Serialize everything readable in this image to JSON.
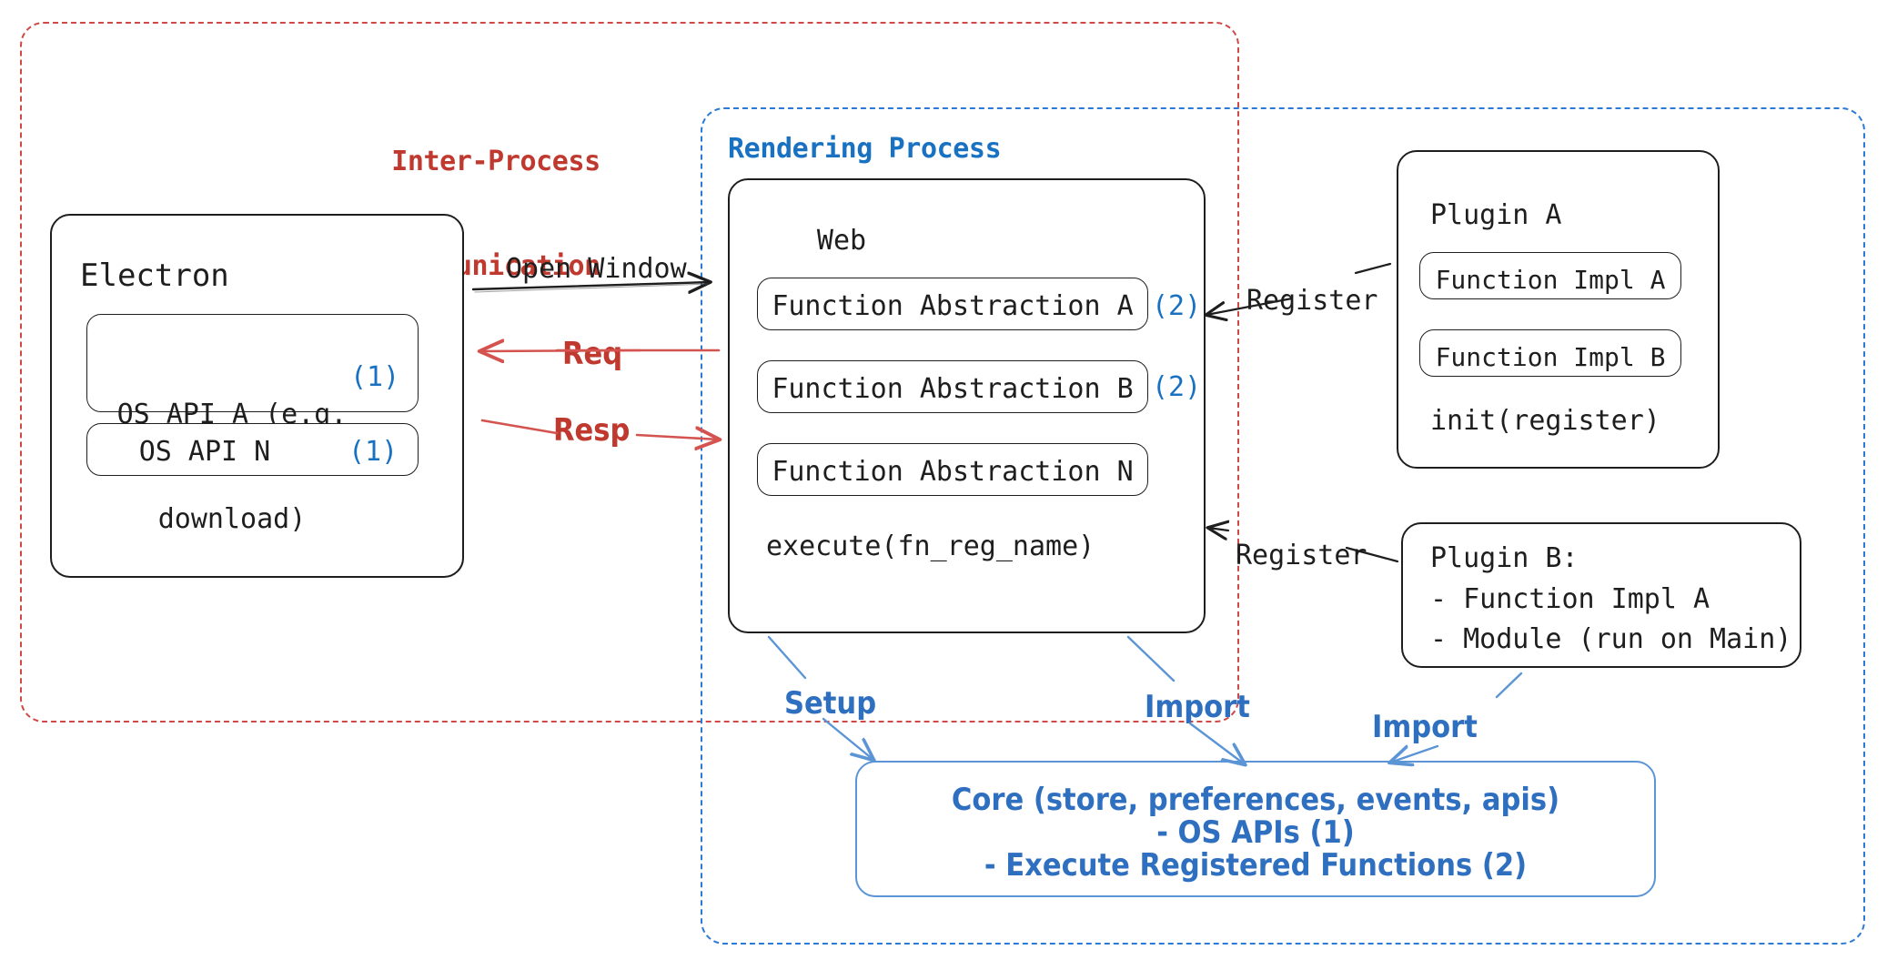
{
  "diagram": {
    "title_semantic": "Electron plugin architecture overview",
    "colors": {
      "ipc_red": "#cf4a47",
      "render_blue": "#2d7ad6",
      "marker_blue": "#1971c2",
      "core_blue": "#2f6fc0",
      "ink": "#1e1e1e"
    }
  },
  "ipc_container": {
    "label": "Inter-Process\nCommunication",
    "line1": "Inter-Process",
    "line2": "Communication"
  },
  "rendering_container": {
    "label": "Rendering Process"
  },
  "electron": {
    "title": "Electron",
    "apis": [
      {
        "label": "OS API A (e.g.\ndownload)",
        "line1": "OS API A (e.g.",
        "line2": "download)",
        "marker": "(1)"
      },
      {
        "label": "OS API N",
        "marker": "(1)"
      }
    ]
  },
  "web": {
    "title": "Web",
    "abstractions": [
      {
        "label": "Function Abstraction A",
        "marker": "(2)"
      },
      {
        "label": "Function Abstraction B",
        "marker": "(2)"
      },
      {
        "label": "Function Abstraction N",
        "marker": ""
      }
    ],
    "execute": "execute(fn_reg_name)"
  },
  "plugin_a": {
    "title": "Plugin A",
    "items": [
      "Function Impl A",
      "Function Impl B"
    ],
    "init": "init(register)"
  },
  "plugin_b": {
    "title": "Plugin B:",
    "lines": [
      "- Function Impl A",
      "- Module (run on Main)"
    ]
  },
  "core": {
    "line1": "Core (store, preferences, events, apis)",
    "line2": "- OS APIs (1)",
    "line3": "- Execute Registered Functions (2)"
  },
  "edges": [
    {
      "name": "open-window",
      "label": "Open Window",
      "color": "#1e1e1e"
    },
    {
      "name": "req",
      "label": "Req",
      "color": "#c0392f"
    },
    {
      "name": "resp",
      "label": "Resp",
      "color": "#c0392f"
    },
    {
      "name": "register-plugin-a",
      "label": "Register",
      "color": "#1e1e1e"
    },
    {
      "name": "register-plugin-b",
      "label": "Register",
      "color": "#1e1e1e"
    },
    {
      "name": "setup",
      "label": "Setup",
      "color": "#2f6fc0"
    },
    {
      "name": "import-web",
      "label": "Import",
      "color": "#2f6fc0"
    },
    {
      "name": "import-plugin-b",
      "label": "Import",
      "color": "#2f6fc0"
    }
  ]
}
